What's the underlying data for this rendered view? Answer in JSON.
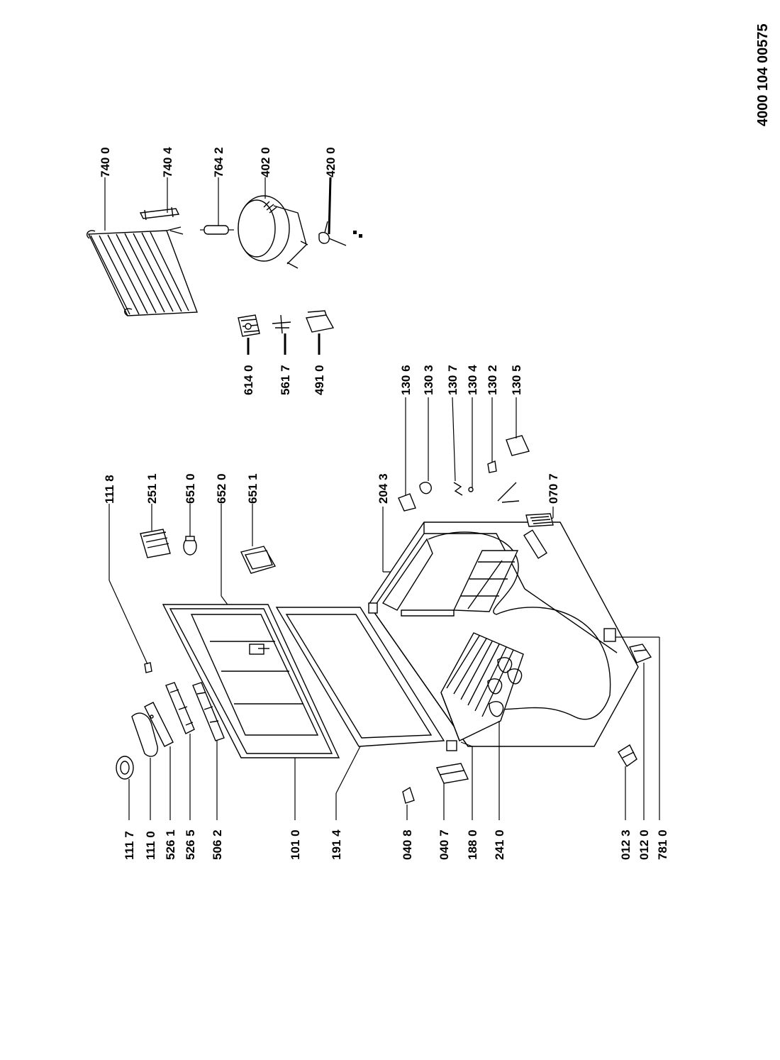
{
  "document_id": "4000 104 00575",
  "labels": {
    "l7400": "740 0",
    "l7404": "740 4",
    "l7642": "764 2",
    "l4020": "402 0",
    "l4200": "420 0",
    "l6140": "614 0",
    "l5617": "561 7",
    "l4910": "491 0",
    "l1306": "130 6",
    "l1303": "130 3",
    "l1307": "130 7",
    "l1304": "130 4",
    "l1302": "130 2",
    "l1305": "130 5",
    "l2043": "204 3",
    "l0707": "070 7",
    "l1118": "111 8",
    "l2511": "251 1",
    "l6510": "651 0",
    "l6520": "652 0",
    "l6511": "651 1",
    "l1117": "111 7",
    "l1110": "111 0",
    "l5261": "526 1",
    "l5265": "526 5",
    "l5062": "506 2",
    "l1010": "101 0",
    "l1914": "191 4",
    "l0408": "040 8",
    "l0407": "040 7",
    "l1880": "188 0",
    "l2410": "241 0",
    "l0123": "012 3",
    "l0120": "012 0",
    "l7810": "781 0"
  }
}
